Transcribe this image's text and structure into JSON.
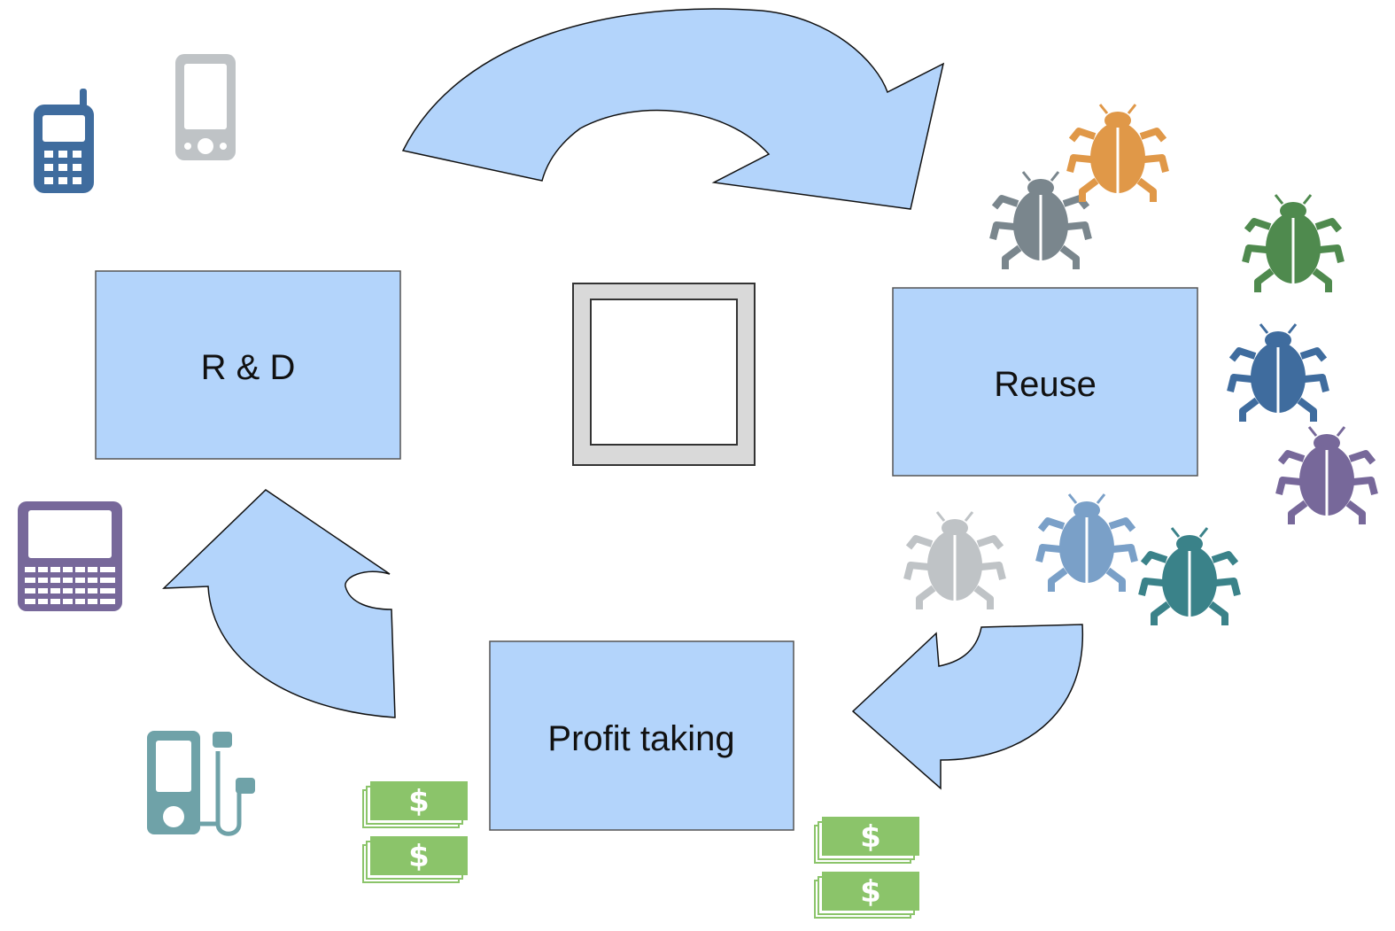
{
  "diagram": {
    "nodes": {
      "rd": {
        "label": "R & D"
      },
      "reuse": {
        "label": "Reuse"
      },
      "profit": {
        "label": "Profit taking"
      },
      "center": {
        "label": ""
      }
    },
    "flow": [
      "R & D",
      "Reuse",
      "Profit taking",
      "R & D"
    ],
    "decorations": {
      "devices": [
        "cell-phone-icon",
        "smartphone-icon",
        "qwerty-phone-icon",
        "media-player-icon"
      ],
      "bugs": [
        "gray-bug-icon",
        "orange-bug-icon",
        "green-bug-icon",
        "blue-bug-icon",
        "purple-bug-icon",
        "light-gray-bug-icon",
        "light-blue-bug-icon",
        "teal-bug-icon"
      ],
      "money": [
        "money-stack-icon",
        "money-stack-icon",
        "money-stack-icon",
        "money-stack-icon"
      ]
    },
    "colors": {
      "box_fill": "#b3d4fb",
      "arrow_fill": "#b3d4fb",
      "device_blue": "#3f6c9e",
      "device_gray": "#bfc3c6",
      "device_purple": "#77689a",
      "device_teal": "#6fa2a8",
      "money_green": "#8bc46a"
    }
  }
}
